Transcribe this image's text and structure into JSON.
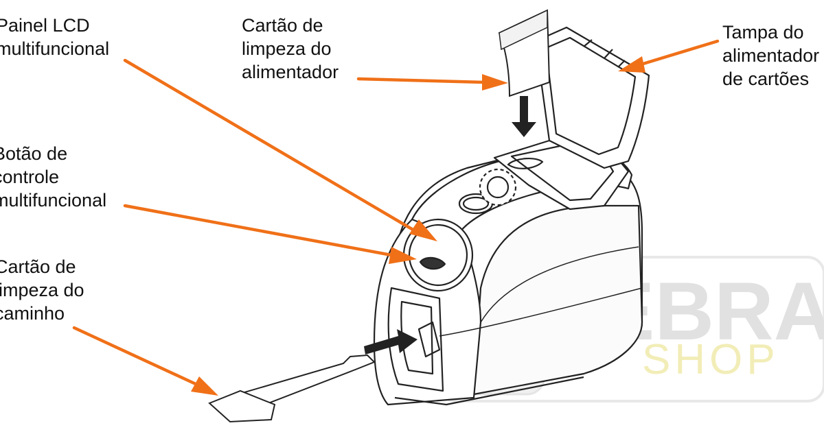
{
  "labels": {
    "lcd_panel": [
      "Painel LCD",
      "multifuncional"
    ],
    "feeder_cleaning_card": [
      "Cartão de",
      "limpeza do",
      "alimentador"
    ],
    "feeder_cover": [
      "Tampa do",
      "alimentador",
      "de cartões"
    ],
    "control_button": [
      "Botão de",
      "controle",
      "multifuncional"
    ],
    "path_cleaning_card": [
      "Cartão de",
      "limpeza do",
      "caminho"
    ]
  },
  "watermark": {
    "brand": "ZEBRA",
    "sub": "SHOP"
  },
  "colors": {
    "arrow": "#f07018",
    "line": "#222222",
    "watermark_text": "#d9d9d9",
    "watermark_accent": "#f3eea8"
  }
}
